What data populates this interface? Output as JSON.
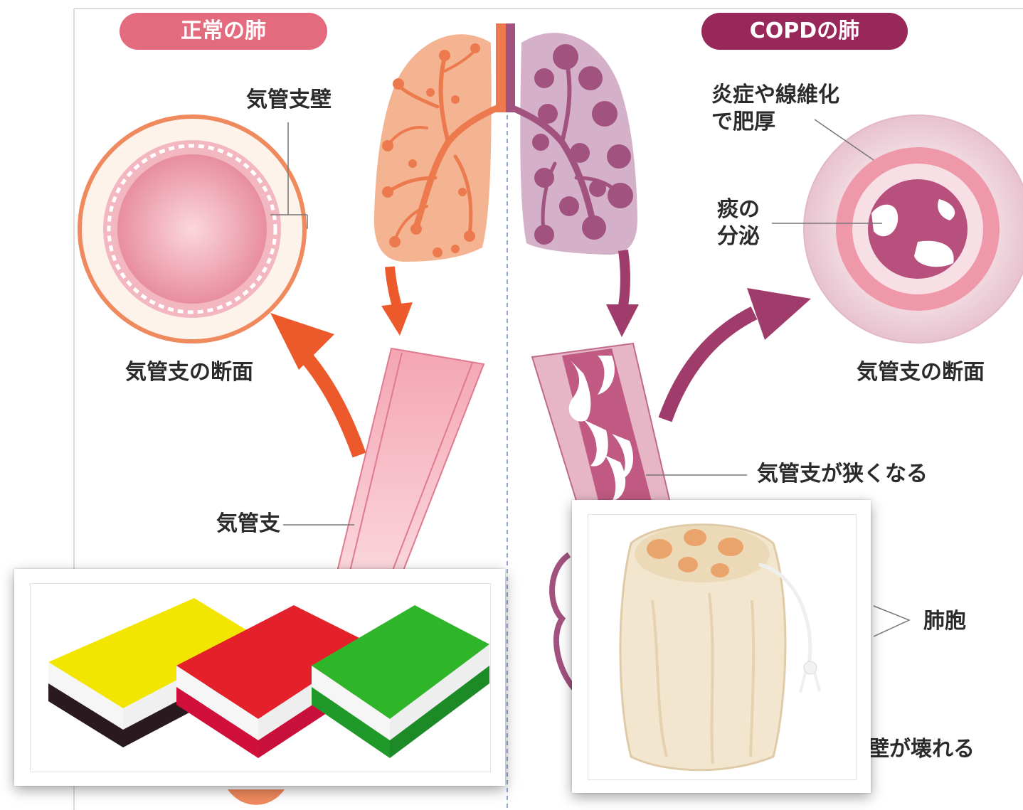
{
  "diagram": {
    "left_header": "正常の肺",
    "right_header": "COPDの肺",
    "labels": {
      "bronchial_wall": "気管支壁",
      "cross_section_left": "気管支の断面",
      "bronchus": "気管支",
      "thickened_line1": "炎症や線維化",
      "thickened_line2": "で肥厚",
      "sputum_line1": "痰の",
      "sputum_line2": "分泌",
      "cross_section_right": "気管支の断面",
      "narrowed": "気管支が狭くなる",
      "alveoli": "肺胞",
      "walls_broken": "壁が壊れる"
    }
  },
  "photos": [
    {
      "subject": "kitchen-sponges"
    },
    {
      "subject": "loofah-sponge"
    }
  ],
  "colors": {
    "normal_pill": "#e46a7d",
    "copd_pill": "#98285a",
    "normal_lung": "#f5b491",
    "normal_airway": "#ec7a4e",
    "copd_lung": "#d5b1c9",
    "copd_airway": "#a2527f",
    "normal_arrow": "#ec5a2c",
    "copd_arrow": "#a03c6c",
    "divider": "#8aa7d8"
  }
}
